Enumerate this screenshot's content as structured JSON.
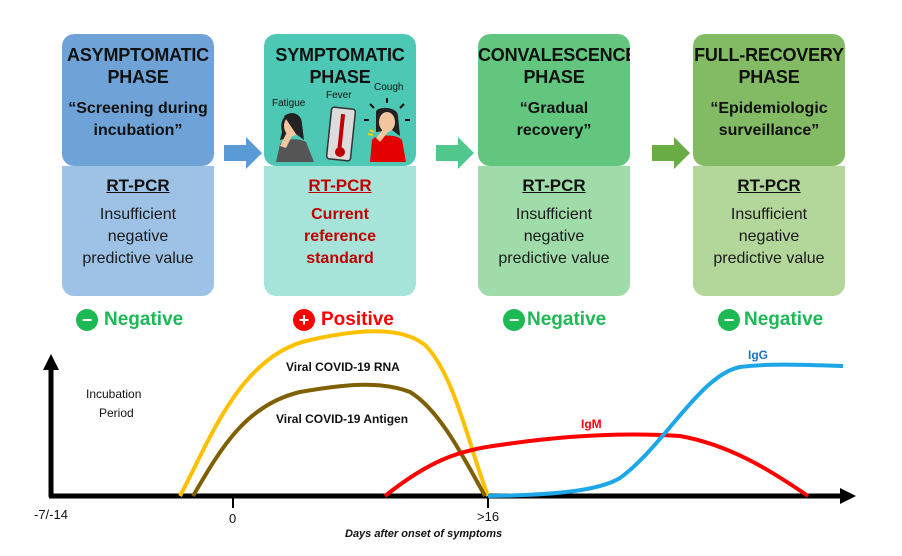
{
  "phases": [
    {
      "title_line1": "ASYMPTOMATIC",
      "title_line2": "PHASE",
      "subtitle_line1": "“Screening during",
      "subtitle_line2": "incubation”",
      "test": "RT-PCR",
      "desc_line1": "Insufficient",
      "desc_line2": "negative",
      "desc_line3": "predictive value",
      "result_sign": "−",
      "result": "Negative",
      "top_color": "#6fa3d8",
      "bottom_color": "#9ec2e6"
    },
    {
      "title_line1": "SYMPTOMATIC",
      "title_line2": "PHASE",
      "symptoms": [
        "Fatigue",
        "Fever",
        "Cough"
      ],
      "test": "RT-PCR",
      "desc_line1": "Current",
      "desc_line2": "reference",
      "desc_line3": "standard",
      "result_sign": "+",
      "result": "Positive",
      "top_color": "#4dc8b4",
      "bottom_color": "#a6e3d9"
    },
    {
      "title_line1": "CONVALESCENCE",
      "title_line2": "PHASE",
      "subtitle_line1": "“Gradual",
      "subtitle_line2": "recovery”",
      "test": "RT-PCR",
      "desc_line1": "Insufficient",
      "desc_line2": "negative",
      "desc_line3": "predictive value",
      "result_sign": "−",
      "result": "Negative",
      "top_color": "#63c67f",
      "bottom_color": "#9fdcaa"
    },
    {
      "title_line1": "FULL-RECOVERY",
      "title_line2": "PHASE",
      "subtitle_line1": "“Epidemiologic",
      "subtitle_line2": "surveillance”",
      "test": "RT-PCR",
      "desc_line1": "Insufficient",
      "desc_line2": "negative",
      "desc_line3": "predictive value",
      "result_sign": "−",
      "result": "Negative",
      "top_color": "#82bb63",
      "bottom_color": "#b3d69a"
    }
  ],
  "arrows": [
    {
      "color": "#5b9bd5"
    },
    {
      "color": "#4fc78d"
    },
    {
      "color": "#6aad45"
    }
  ],
  "colors": {
    "negative": "#1db954",
    "positive": "#ff0000",
    "rt_pcr_highlight": "#c00000"
  },
  "chart_data": {
    "type": "line",
    "title": "",
    "xlabel": "Days after onset of symptoms",
    "ylabel": "",
    "x_ticks": [
      "-7/-14",
      "0",
      ">16"
    ],
    "annotation": "Incubation Period",
    "series": [
      {
        "name": "Viral COVID-19 RNA",
        "color": "#ffc000",
        "shape": "rises before day 0, peaks near day 8, falls to baseline at >16"
      },
      {
        "name": "Viral COVID-19 Antigen",
        "color": "#7f6000",
        "shape": "rises slightly after RNA, lower peak near day 8, falls to baseline at ~16"
      },
      {
        "name": "IgM",
        "color": "#ff0000",
        "shape": "rises from ~day 10, plateau around convalescence, declines to baseline late"
      },
      {
        "name": "IgG",
        "color": "#1ea7e8",
        "shape": "baseline until after >16, steep sigmoid rise, high sustained plateau"
      }
    ],
    "grid": false,
    "legend": "inline labels"
  }
}
